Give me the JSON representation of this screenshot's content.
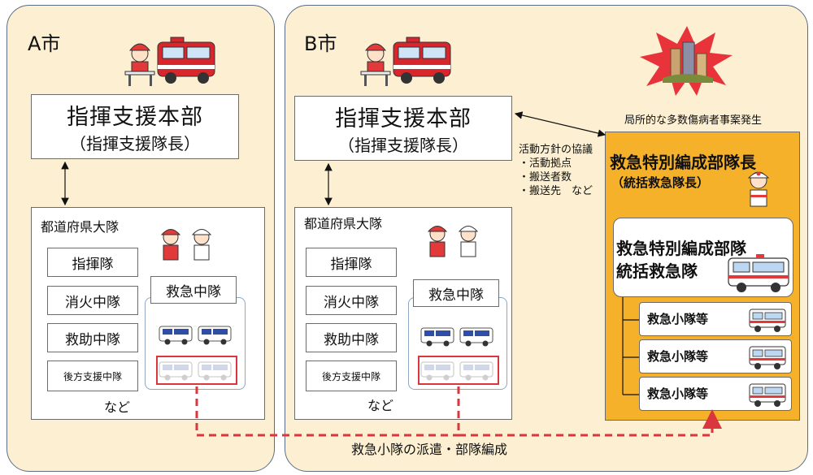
{
  "cityA": {
    "name": "A市",
    "hq_title": "指揮支援本部",
    "hq_sub": "（指揮支援隊長）",
    "prefecture": "都道府県大隊",
    "units": [
      "指揮隊",
      "消火中隊",
      "救助中隊",
      "後方支援中隊"
    ],
    "etc": "など",
    "ambulance_company": "救急中隊"
  },
  "cityB": {
    "name": "B市",
    "hq_title": "指揮支援本部",
    "hq_sub": "（指揮支援隊長）",
    "prefecture": "都道府県大隊",
    "units": [
      "指揮隊",
      "消火中隊",
      "救助中隊",
      "後方支援中隊"
    ],
    "etc": "など",
    "ambulance_company": "救急中隊"
  },
  "consultation": {
    "title": "活動方針の協議",
    "items": [
      "・活動拠点",
      "・搬送者数",
      "・搬送先　など"
    ]
  },
  "incident": {
    "label": "局所的な多数傷病者事案発生"
  },
  "special": {
    "leader": "救急特別編成部隊長",
    "leader_sub": "（統括救急隊長）",
    "unit_line1": "救急特別編成部隊",
    "unit_line2": "統括救急隊",
    "small_units": [
      "救急小隊等",
      "救急小隊等",
      "救急小隊等"
    ]
  },
  "dispatch_label": "救急小隊の派遣・部隊編成",
  "colors": {
    "panel_bg": "#fdefd1",
    "special_bg": "#f6b12a",
    "dispatch_line": "#d9363e"
  }
}
